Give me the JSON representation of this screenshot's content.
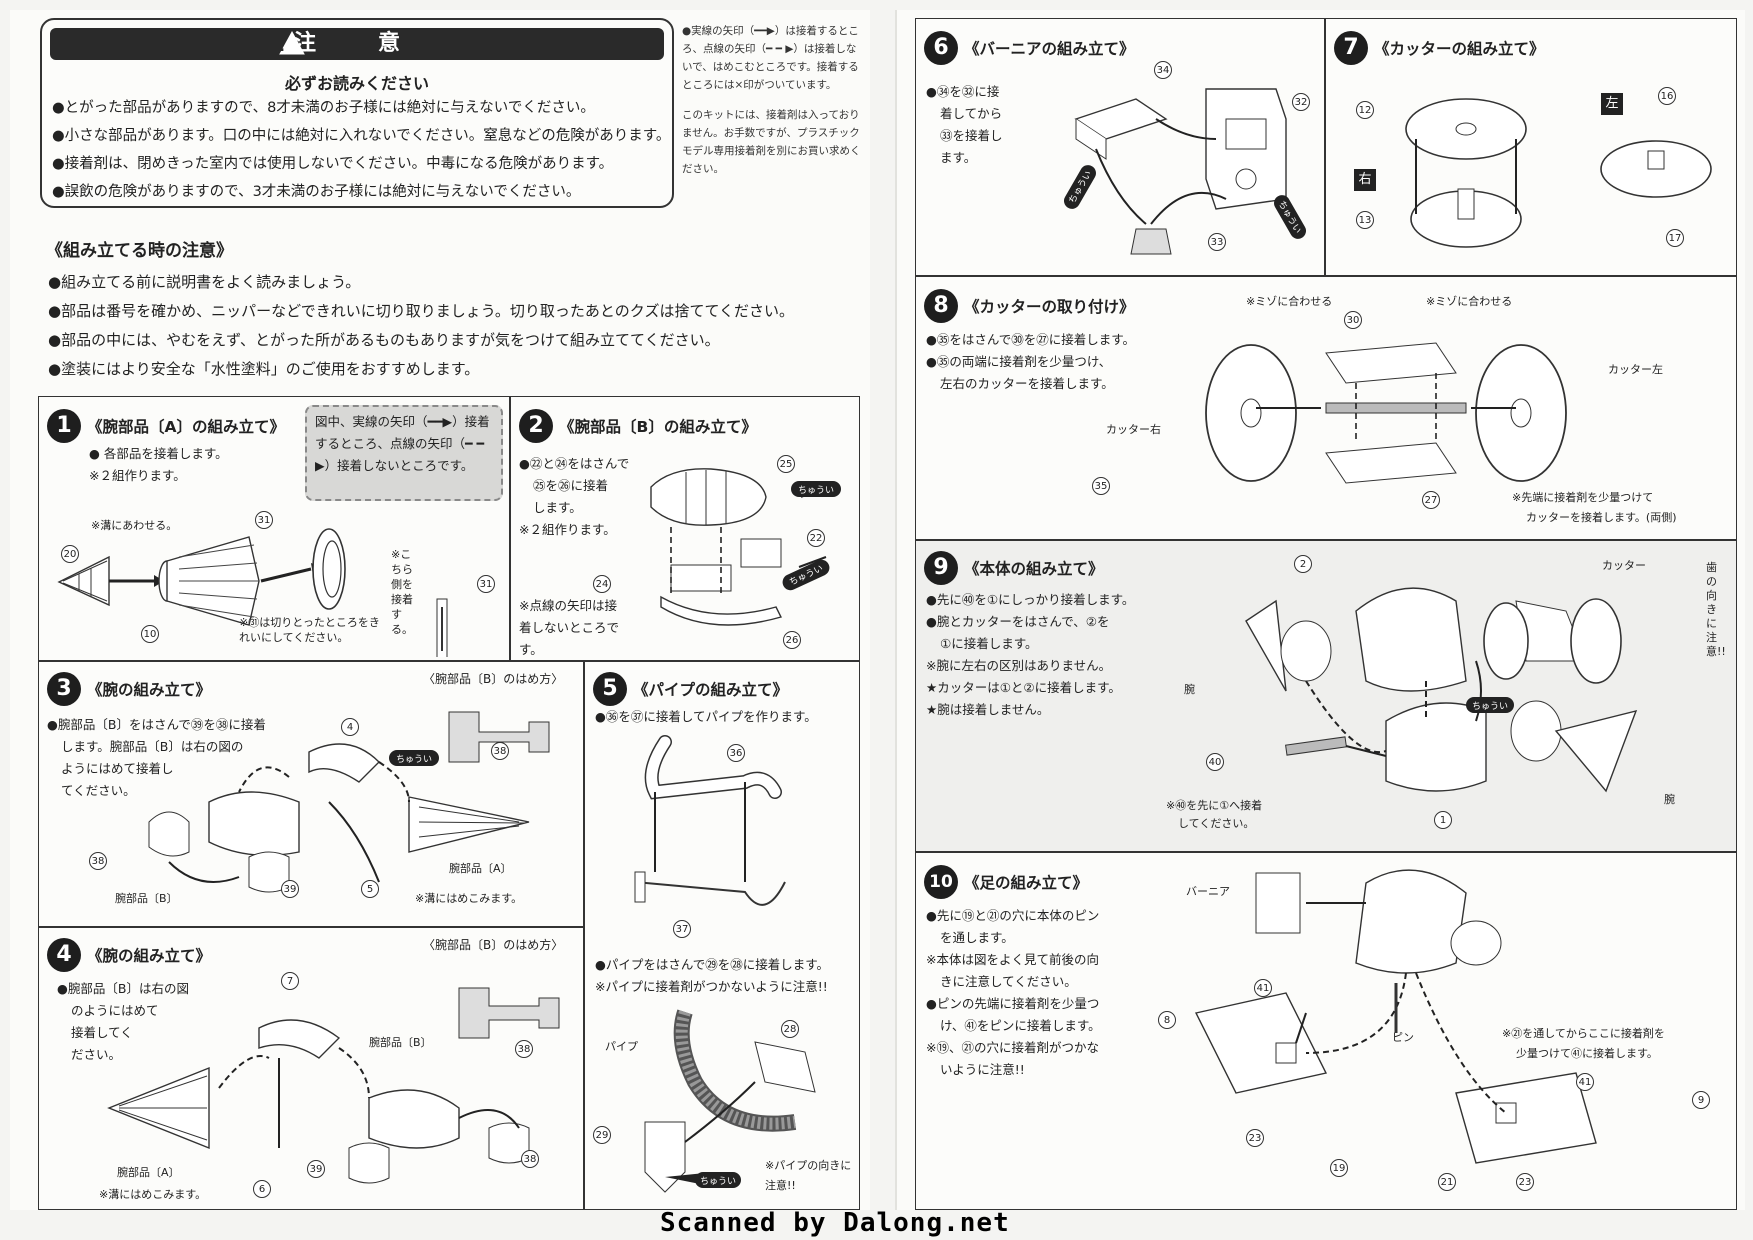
{
  "caution": {
    "title": "注　意",
    "subtitle": "必ずお読みください",
    "items": [
      "●とがった部品がありますので、8才未満のお子様には絶対に与えないでください。",
      "●小さな部品があります。口の中には絶対に入れないでください。窒息などの危険があります。",
      "●接着剤は、閉めきった室内では使用しないでください。中毒になる危険があります。",
      "●誤飲の危険がありますので、3才未満のお子様には絶対に与えないでください。"
    ]
  },
  "side_note": {
    "arrows": "●実線の矢印（━━▶）は接着するところ、点線の矢印（━ ━ ▶）は接着しないで、はめこむところです。接着するところには×印がついています。",
    "glue": "このキットには、接着剤は入っておりません。お手数ですが、プラスチックモデル専用接着剤を別にお買い求めください。"
  },
  "tips": {
    "title": "《組み立てる時の注意》",
    "items": [
      "●組み立てる前に説明書をよく読みましょう。",
      "●部品は番号を確かめ、ニッパーなどできれいに切り取りましょう。切り取ったあとのクズは捨ててください。",
      "●部品の中には、やむをえず、とがった所があるものもありますが気をつけて組み立ててください。",
      "●塗装にはより安全な「水性塗料」のご使用をおすすめします。"
    ]
  },
  "steps": {
    "s1": {
      "num": "1",
      "title": "《腕部品〔A〕の組み立て》",
      "lines": [
        "● 各部品を接着します。",
        "※２組作ります。"
      ],
      "note": "図中、実線の矢印（━━▶）接着するところ、点線の矢印（━ ━ ▶）接着しないところです。",
      "groove": "※溝にあわせる。",
      "cut": "※㉛は切りとったところをきれいにしてください。",
      "side": "※こちら側を接着する。"
    },
    "s2": {
      "num": "2",
      "title": "《腕部品〔B〕の組み立て》",
      "lines": [
        "●㉒と㉔をはさんで",
        "㉕を㉖に接着",
        "します。",
        "※２組作ります。"
      ],
      "dash": "※点線の矢印は接着しないところです。"
    },
    "s3": {
      "num": "3",
      "title": "《腕の組み立て》",
      "lines": [
        "●腕部品〔B〕をはさんで㊴を㊳に接着",
        "します。腕部品〔B〕は右の図の",
        "ようにはめて接着し",
        "てください。"
      ],
      "fit": "〈腕部品〔B〕のはめ方〉",
      "partB": "腕部品〔B〕",
      "partA": "腕部品〔A〕",
      "groove": "※溝にはめこみます。"
    },
    "s4": {
      "num": "4",
      "title": "《腕の組み立て》",
      "lines": [
        "●腕部品〔B〕は右の図",
        "のようにはめて",
        "接着してく",
        "ださい。"
      ],
      "fit": "〈腕部品〔B〕のはめ方〉",
      "partB": "腕部品〔B〕",
      "partA": "腕部品〔A〕",
      "groove": "※溝にはめこみます。"
    },
    "s5": {
      "num": "5",
      "title": "《パイプの組み立て》",
      "lines": [
        "●㊱を㊲に接着してパイプを作ります。"
      ],
      "lines2": [
        "●パイプをはさんで㉙を㉘に接着します。",
        "※パイプに接着剤がつかないように注意!!"
      ],
      "pipe": "パイプ",
      "dir": "※パイプの向きに注意!!"
    },
    "s6": {
      "num": "6",
      "title": "《バーニアの組み立て》",
      "lines": [
        "●㉞を㉜に接",
        "着してから",
        "㉝を接着し",
        "ます。"
      ]
    },
    "s7": {
      "num": "7",
      "title": "《カッターの組み立て》",
      "left": "左",
      "right": "右"
    },
    "s8": {
      "num": "8",
      "title": "《カッターの取り付け》",
      "lines": [
        "●㉟をはさんで㉚を㉗に接着します。",
        "●㉟の両端に接着剤を少量つけ、",
        "左右のカッターを接着します。"
      ],
      "groove1": "※ミゾに合わせる",
      "groove2": "※ミゾに合わせる",
      "cutterL": "カッター左",
      "cutterR": "カッター右",
      "tip": "※先端に接着剤を少量つけて",
      "tip2": "カッターを接着します。(両側)"
    },
    "s9": {
      "num": "9",
      "title": "《本体の組み立て》",
      "lines": [
        "●先に㊵を①にしっかり接着します。",
        "●腕とカッターをはさんで、②を",
        "①に接着します。",
        "※腕に左右の区別はありません。",
        "★カッターは①と②に接着します。",
        "★腕は接着しません。"
      ],
      "cutter": "カッター",
      "arm": "腕",
      "arm2": "腕",
      "teeth": "歯の向きに注意!!",
      "first": "※㊵を先に①へ接着",
      "first2": "してください。"
    },
    "s10": {
      "num": "10",
      "title": "《足の組み立て》",
      "lines": [
        "●先に⑲と㉑の穴に本体のピン",
        "を通します。",
        "※本体は図をよく見て前後の向",
        "きに注意してください。",
        "●ピンの先端に接着剤を少量つ",
        "け、㊶をピンに接着します。",
        "※⑲、㉑の穴に接着剤がつかな",
        "いように注意!!"
      ],
      "vernier": "バーニア",
      "pin": "ピン",
      "glue": "※㉑を通してからここに接着剤を",
      "glue2": "少量つけて㊶に接着します。"
    }
  },
  "caution_tag": "ちゅうい",
  "footer": "Scanned by Dalong.net"
}
